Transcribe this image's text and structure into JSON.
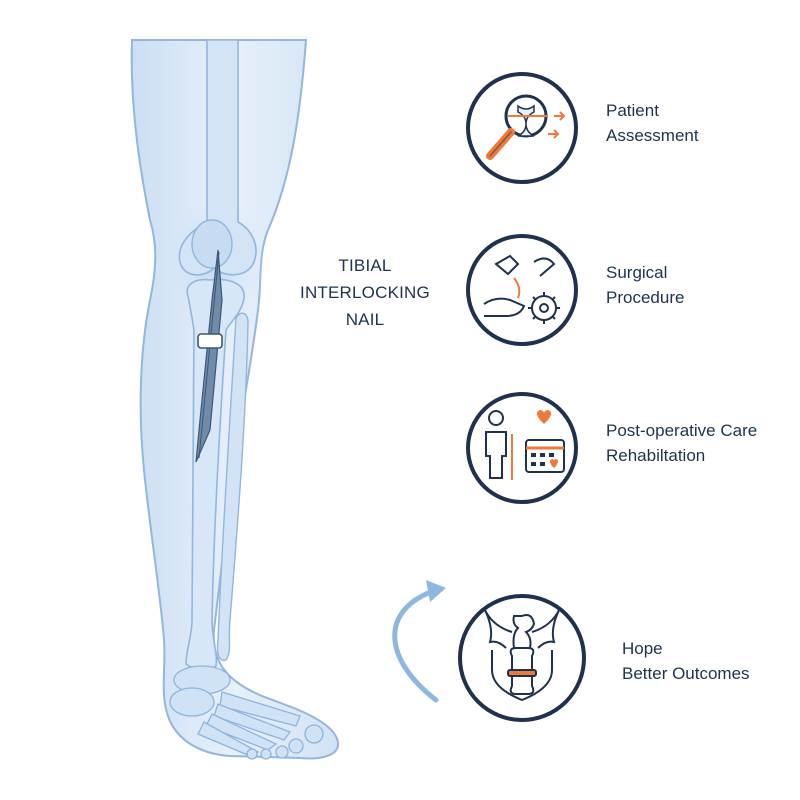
{
  "title": {
    "line1": "TIBIAL",
    "line2": "INTERLOCKING",
    "line3": "NAIL"
  },
  "steps": [
    {
      "line1": "Patient",
      "line2": "Assessment",
      "icon": "magnifier-bone-icon"
    },
    {
      "line1": "Surgical",
      "line2": "Procedure",
      "icon": "surgical-tools-gear-icon"
    },
    {
      "line1": "Post-operative Care",
      "line2": "Rehabiltation",
      "icon": "patient-crutch-calendar-heart-icon"
    },
    {
      "line1": "Hope",
      "line2": "Better Outcomes",
      "icon": "phoenix-bone-shield-icon"
    }
  ],
  "colors": {
    "navy": "#1e3250",
    "accent_orange": "#ee7a3a",
    "leg_fill": "#dbe9f8",
    "leg_stroke": "#8fb3da",
    "arrow_blue": "#8db7e0"
  }
}
